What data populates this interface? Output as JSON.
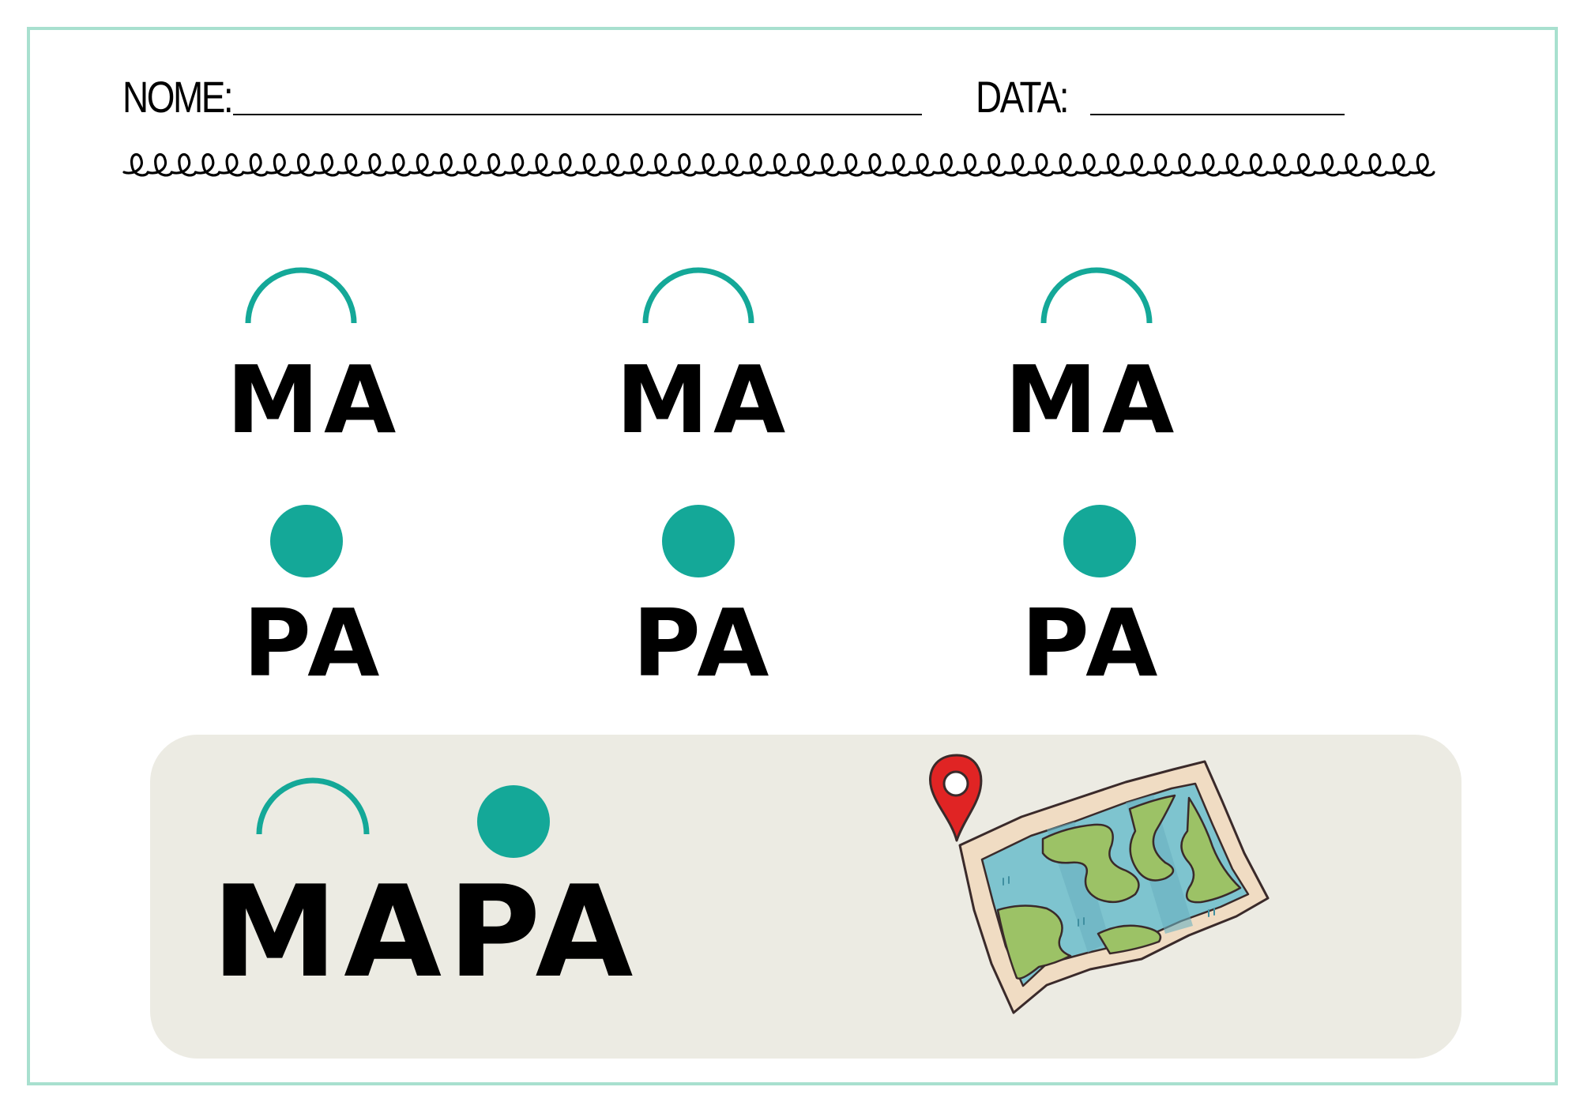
{
  "header": {
    "name_label": "NOME:",
    "date_label": "DATA:"
  },
  "syllable_grid": [
    {
      "syllable": "MA",
      "mark": "arc-icon"
    },
    {
      "syllable": "MA",
      "mark": "arc-icon"
    },
    {
      "syllable": "MA",
      "mark": "arc-icon"
    },
    {
      "syllable": "PA",
      "mark": "dot-icon"
    },
    {
      "syllable": "PA",
      "mark": "dot-icon"
    },
    {
      "syllable": "PA",
      "mark": "dot-icon"
    }
  ],
  "word": {
    "syllables": [
      "MA",
      "PA"
    ],
    "marks": [
      "arc-icon",
      "dot-icon"
    ],
    "illustration": "map-with-pin-icon"
  },
  "colors": {
    "accent": "#14a898",
    "frame": "#a8e0cf",
    "panel": "#ecebe3",
    "pin": "#e02424"
  }
}
